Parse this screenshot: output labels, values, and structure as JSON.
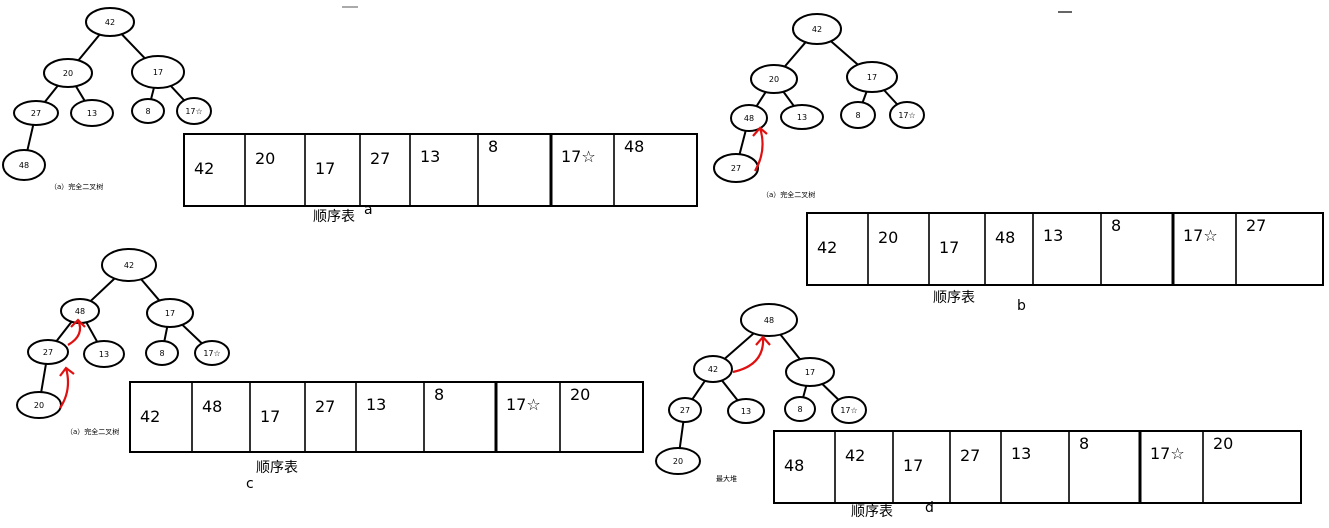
{
  "colors": {
    "stroke": "#000000",
    "arrow": "#e01010",
    "background": "#ffffff"
  },
  "panels": [
    {
      "id": "a",
      "letter": "a",
      "table_title": "顺序表",
      "caption": "（a）完全二叉树",
      "nodes": [
        {
          "id": "n0",
          "label": "42"
        },
        {
          "id": "n1",
          "label": "20"
        },
        {
          "id": "n2",
          "label": "17"
        },
        {
          "id": "n3",
          "label": "27"
        },
        {
          "id": "n4",
          "label": "13"
        },
        {
          "id": "n5",
          "label": "8"
        },
        {
          "id": "n6",
          "label": "17☆"
        },
        {
          "id": "n7",
          "label": "48"
        }
      ],
      "cells": [
        "42",
        "20",
        "17",
        "27",
        "13",
        "8",
        "17☆",
        "48"
      ]
    },
    {
      "id": "b",
      "letter": "b",
      "table_title": "顺序表",
      "caption": "（a）完全二叉树",
      "nodes": [
        {
          "id": "n0",
          "label": "42"
        },
        {
          "id": "n1",
          "label": "20"
        },
        {
          "id": "n2",
          "label": "17"
        },
        {
          "id": "n3",
          "label": "48"
        },
        {
          "id": "n4",
          "label": "13"
        },
        {
          "id": "n5",
          "label": "8"
        },
        {
          "id": "n6",
          "label": "17☆"
        },
        {
          "id": "n7",
          "label": "27"
        }
      ],
      "cells": [
        "42",
        "20",
        "17",
        "48",
        "13",
        "8",
        "17☆",
        "27"
      ]
    },
    {
      "id": "c",
      "letter": "c",
      "table_title": "顺序表",
      "caption": "（a）完全二叉树",
      "nodes": [
        {
          "id": "n0",
          "label": "42"
        },
        {
          "id": "n1",
          "label": "48"
        },
        {
          "id": "n2",
          "label": "17"
        },
        {
          "id": "n3",
          "label": "27"
        },
        {
          "id": "n4",
          "label": "13"
        },
        {
          "id": "n5",
          "label": "8"
        },
        {
          "id": "n6",
          "label": "17☆"
        },
        {
          "id": "n7",
          "label": "20"
        }
      ],
      "cells": [
        "42",
        "48",
        "17",
        "27",
        "13",
        "8",
        "17☆",
        "20"
      ]
    },
    {
      "id": "d",
      "letter": "d",
      "table_title": "顺序表",
      "caption": "最大堆",
      "nodes": [
        {
          "id": "n0",
          "label": "48"
        },
        {
          "id": "n1",
          "label": "42"
        },
        {
          "id": "n2",
          "label": "17"
        },
        {
          "id": "n3",
          "label": "27"
        },
        {
          "id": "n4",
          "label": "13"
        },
        {
          "id": "n5",
          "label": "8"
        },
        {
          "id": "n6",
          "label": "17☆"
        },
        {
          "id": "n7",
          "label": "20"
        }
      ],
      "cells": [
        "48",
        "42",
        "17",
        "27",
        "13",
        "8",
        "17☆",
        "20"
      ]
    }
  ]
}
